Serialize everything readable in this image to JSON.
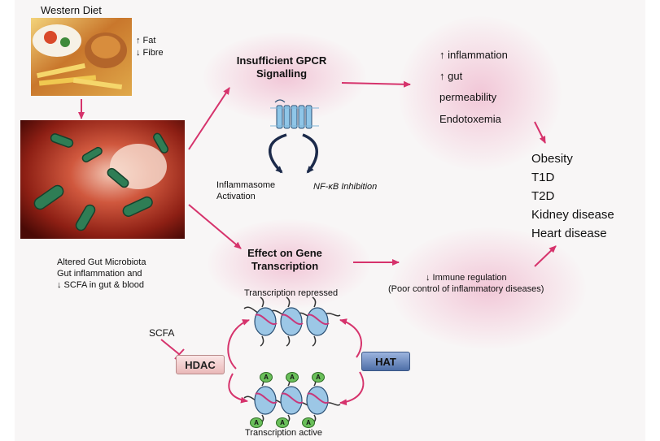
{
  "western_diet": {
    "title": "Western Diet",
    "fat": "↑ Fat",
    "fibre": "↓ Fibre"
  },
  "microbiota": {
    "line1": "Altered Gut Microbiota",
    "line2": "Gut inflammation and",
    "line3": "↓  SCFA in gut & blood"
  },
  "gpcr": {
    "title_line1": "Insufficient GPCR",
    "title_line2": "Signalling",
    "inflammasome_line1": "Inflammasome",
    "inflammasome_line2": "Activation",
    "nfkb": "NF-κB Inhibition"
  },
  "gene": {
    "title_line1": "Effect on Gene",
    "title_line2": "Transcription",
    "repressed": "Transcription repressed",
    "active": "Transcription active",
    "scfa": "SCFA",
    "hdac": "HDAC",
    "hat": "HAT",
    "acetyl": "A"
  },
  "effects": {
    "inflammation": "↑  inflammation",
    "gut": "↑  gut",
    "permeability": "permeability",
    "endotoxemia": "Endotoxemia"
  },
  "immune": {
    "line1": "↓  Immune regulation",
    "line2": "(Poor control of inflammatory diseases)"
  },
  "diseases": [
    "Obesity",
    "T1D",
    "T2D",
    "Kidney disease",
    "Heart disease"
  ],
  "colors": {
    "arrow": "#d6336c",
    "hdac_box": "#f6dada",
    "hat_box": "#6f8fc4",
    "receptor": "#8fc6e8",
    "nucleosome": "#9cc7e6",
    "acetyl": "#6abf5a"
  }
}
